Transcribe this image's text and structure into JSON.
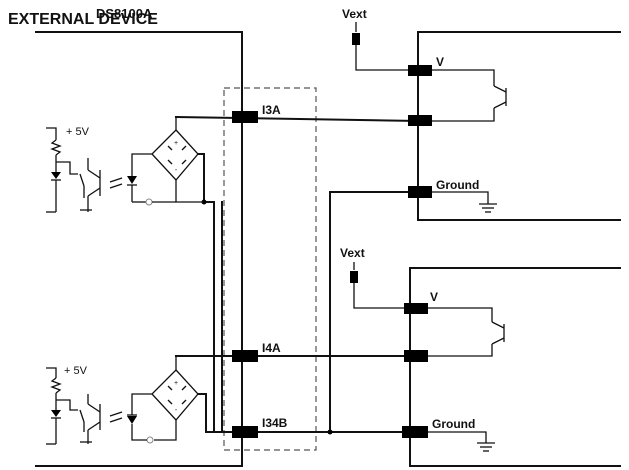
{
  "labels": {
    "external_device": "EXTERNAL DEVICE",
    "ds_device": "DS8100A",
    "vext_top": "Vext",
    "vext_bottom": "Vext",
    "v_top": "V",
    "v_bottom": "V",
    "ground_top": "Ground",
    "ground_bottom": "Ground",
    "i3a": "I3A",
    "i4a": "I4A",
    "i34b": "I34B",
    "plus5v_top": "+ 5V",
    "plus5v_bottom": "+ 5V"
  },
  "colors": {
    "line": "#111111",
    "terminal": "#000000",
    "background": "#ffffff"
  }
}
